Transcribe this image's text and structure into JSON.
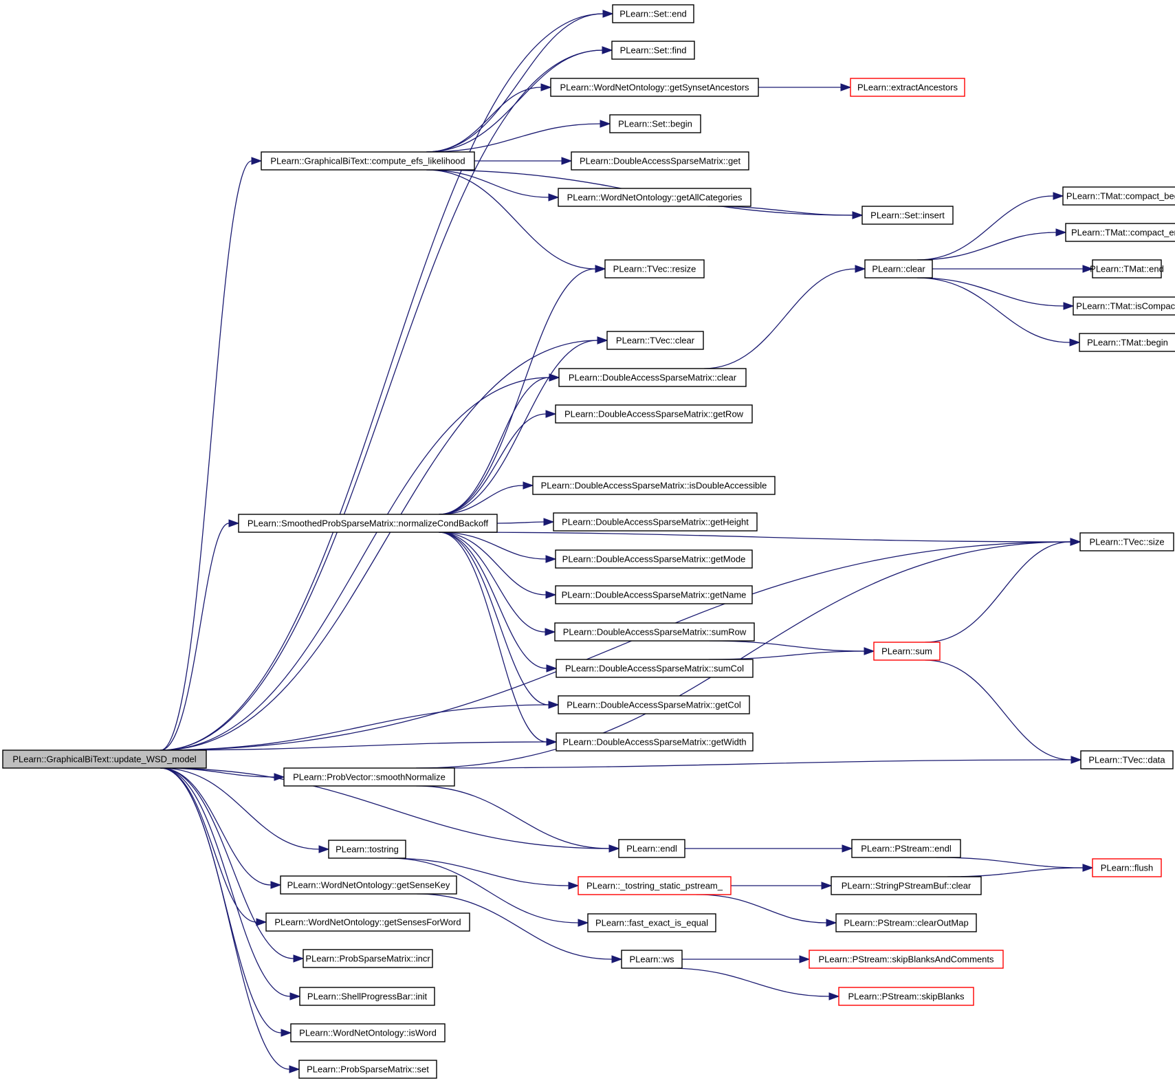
{
  "diagram": {
    "root": "update_WSD_model",
    "nodes": [
      {
        "id": "update_WSD_model",
        "label": "PLearn::GraphicalBiText::update_WSD_model",
        "highlight": true
      },
      {
        "id": "set_end",
        "label": "PLearn::Set::end"
      },
      {
        "id": "set_find",
        "label": "PLearn::Set::find"
      },
      {
        "id": "getSynsetAncestors",
        "label": "PLearn::WordNetOntology::getSynsetAncestors"
      },
      {
        "id": "extractAncestors",
        "label": "PLearn::extractAncestors",
        "truncated": true
      },
      {
        "id": "set_begin",
        "label": "PLearn::Set::begin"
      },
      {
        "id": "compute_efs",
        "label": "PLearn::GraphicalBiText::compute_efs_likelihood"
      },
      {
        "id": "dasm_get",
        "label": "PLearn::DoubleAccessSparseMatrix::get"
      },
      {
        "id": "getAllCategories",
        "label": "PLearn::WordNetOntology::getAllCategories"
      },
      {
        "id": "set_insert",
        "label": "PLearn::Set::insert"
      },
      {
        "id": "tvec_resize",
        "label": "PLearn::TVec::resize"
      },
      {
        "id": "clear",
        "label": "PLearn::clear"
      },
      {
        "id": "tmat_compact_begin",
        "label": "PLearn::TMat::compact_begin"
      },
      {
        "id": "tmat_compact_end",
        "label": "PLearn::TMat::compact_end"
      },
      {
        "id": "tmat_end",
        "label": "PLearn::TMat::end"
      },
      {
        "id": "tmat_isCompact",
        "label": "PLearn::TMat::isCompact"
      },
      {
        "id": "tmat_begin",
        "label": "PLearn::TMat::begin"
      },
      {
        "id": "tvec_clear",
        "label": "PLearn::TVec::clear"
      },
      {
        "id": "dasm_clear",
        "label": "PLearn::DoubleAccessSparseMatrix::clear"
      },
      {
        "id": "dasm_getRow",
        "label": "PLearn::DoubleAccessSparseMatrix::getRow"
      },
      {
        "id": "dasm_isDoubleAccessible",
        "label": "PLearn::DoubleAccessSparseMatrix::isDoubleAccessible"
      },
      {
        "id": "normalizeCondBackoff",
        "label": "PLearn::SmoothedProbSparseMatrix::normalizeCondBackoff"
      },
      {
        "id": "dasm_getHeight",
        "label": "PLearn::DoubleAccessSparseMatrix::getHeight"
      },
      {
        "id": "tvec_size",
        "label": "PLearn::TVec::size"
      },
      {
        "id": "dasm_getMode",
        "label": "PLearn::DoubleAccessSparseMatrix::getMode"
      },
      {
        "id": "dasm_getName",
        "label": "PLearn::DoubleAccessSparseMatrix::getName"
      },
      {
        "id": "dasm_sumRow",
        "label": "PLearn::DoubleAccessSparseMatrix::sumRow"
      },
      {
        "id": "sum",
        "label": "PLearn::sum",
        "truncated": true
      },
      {
        "id": "dasm_sumCol",
        "label": "PLearn::DoubleAccessSparseMatrix::sumCol"
      },
      {
        "id": "dasm_getCol",
        "label": "PLearn::DoubleAccessSparseMatrix::getCol"
      },
      {
        "id": "dasm_getWidth",
        "label": "PLearn::DoubleAccessSparseMatrix::getWidth"
      },
      {
        "id": "tvec_data",
        "label": "PLearn::TVec::data"
      },
      {
        "id": "smoothNormalize",
        "label": "PLearn::ProbVector::smoothNormalize"
      },
      {
        "id": "endl",
        "label": "PLearn::endl"
      },
      {
        "id": "pstream_endl",
        "label": "PLearn::PStream::endl"
      },
      {
        "id": "tostring",
        "label": "PLearn::tostring"
      },
      {
        "id": "flush",
        "label": "PLearn::flush",
        "truncated": true
      },
      {
        "id": "tostring_static",
        "label": "PLearn::_tostring_static_pstream_",
        "truncated": true
      },
      {
        "id": "getSenseKey",
        "label": "PLearn::WordNetOntology::getSenseKey"
      },
      {
        "id": "spsbuf_clear",
        "label": "PLearn::StringPStreamBuf::clear"
      },
      {
        "id": "getSensesForWord",
        "label": "PLearn::WordNetOntology::getSensesForWord"
      },
      {
        "id": "fast_exact_is_equal",
        "label": "PLearn::fast_exact_is_equal"
      },
      {
        "id": "clearOutMap",
        "label": "PLearn::PStream::clearOutMap"
      },
      {
        "id": "psm_incr",
        "label": "PLearn::ProbSparseMatrix::incr"
      },
      {
        "id": "ws",
        "label": "PLearn::ws"
      },
      {
        "id": "skipBlanksAndComments",
        "label": "PLearn::PStream::skipBlanksAndComments",
        "truncated": true
      },
      {
        "id": "spb_init",
        "label": "PLearn::ShellProgressBar::init"
      },
      {
        "id": "skipBlanks",
        "label": "PLearn::PStream::skipBlanks",
        "truncated": true
      },
      {
        "id": "isWord",
        "label": "PLearn::WordNetOntology::isWord"
      },
      {
        "id": "psm_set",
        "label": "PLearn::ProbSparseMatrix::set"
      }
    ],
    "edges": [
      [
        "update_WSD_model",
        "set_end"
      ],
      [
        "update_WSD_model",
        "set_find"
      ],
      [
        "update_WSD_model",
        "compute_efs"
      ],
      [
        "update_WSD_model",
        "tvec_size"
      ],
      [
        "update_WSD_model",
        "tvec_clear"
      ],
      [
        "update_WSD_model",
        "dasm_clear"
      ],
      [
        "update_WSD_model",
        "normalizeCondBackoff"
      ],
      [
        "update_WSD_model",
        "dasm_getCol"
      ],
      [
        "update_WSD_model",
        "dasm_getWidth"
      ],
      [
        "update_WSD_model",
        "smoothNormalize"
      ],
      [
        "update_WSD_model",
        "endl"
      ],
      [
        "update_WSD_model",
        "tostring"
      ],
      [
        "update_WSD_model",
        "getSenseKey"
      ],
      [
        "update_WSD_model",
        "getSensesForWord"
      ],
      [
        "update_WSD_model",
        "psm_incr"
      ],
      [
        "update_WSD_model",
        "spb_init"
      ],
      [
        "update_WSD_model",
        "isWord"
      ],
      [
        "update_WSD_model",
        "psm_set"
      ],
      [
        "compute_efs",
        "set_end"
      ],
      [
        "compute_efs",
        "set_find"
      ],
      [
        "compute_efs",
        "getSynsetAncestors"
      ],
      [
        "compute_efs",
        "set_begin"
      ],
      [
        "compute_efs",
        "dasm_get"
      ],
      [
        "compute_efs",
        "getAllCategories"
      ],
      [
        "compute_efs",
        "set_insert"
      ],
      [
        "compute_efs",
        "tvec_resize"
      ],
      [
        "getSynsetAncestors",
        "extractAncestors"
      ],
      [
        "getAllCategories",
        "set_insert"
      ],
      [
        "dasm_clear",
        "clear"
      ],
      [
        "clear",
        "tmat_compact_begin"
      ],
      [
        "clear",
        "tmat_compact_end"
      ],
      [
        "clear",
        "tmat_end"
      ],
      [
        "clear",
        "tmat_isCompact"
      ],
      [
        "clear",
        "tmat_begin"
      ],
      [
        "normalizeCondBackoff",
        "tvec_resize"
      ],
      [
        "normalizeCondBackoff",
        "tvec_clear"
      ],
      [
        "normalizeCondBackoff",
        "dasm_clear"
      ],
      [
        "normalizeCondBackoff",
        "dasm_getRow"
      ],
      [
        "normalizeCondBackoff",
        "dasm_isDoubleAccessible"
      ],
      [
        "normalizeCondBackoff",
        "dasm_getHeight"
      ],
      [
        "normalizeCondBackoff",
        "tvec_size"
      ],
      [
        "normalizeCondBackoff",
        "dasm_getMode"
      ],
      [
        "normalizeCondBackoff",
        "dasm_getName"
      ],
      [
        "normalizeCondBackoff",
        "dasm_sumRow"
      ],
      [
        "normalizeCondBackoff",
        "dasm_sumCol"
      ],
      [
        "normalizeCondBackoff",
        "dasm_getCol"
      ],
      [
        "normalizeCondBackoff",
        "dasm_getWidth"
      ],
      [
        "dasm_sumRow",
        "sum"
      ],
      [
        "dasm_sumCol",
        "sum"
      ],
      [
        "sum",
        "tvec_size"
      ],
      [
        "sum",
        "tvec_data"
      ],
      [
        "smoothNormalize",
        "tvec_size"
      ],
      [
        "smoothNormalize",
        "tvec_data"
      ],
      [
        "smoothNormalize",
        "endl"
      ],
      [
        "endl",
        "pstream_endl"
      ],
      [
        "pstream_endl",
        "flush"
      ],
      [
        "tostring",
        "tostring_static"
      ],
      [
        "tostring",
        "fast_exact_is_equal"
      ],
      [
        "tostring_static",
        "spsbuf_clear"
      ],
      [
        "tostring_static",
        "clearOutMap"
      ],
      [
        "spsbuf_clear",
        "flush"
      ],
      [
        "getSenseKey",
        "ws"
      ],
      [
        "ws",
        "skipBlanksAndComments"
      ],
      [
        "ws",
        "skipBlanks"
      ]
    ],
    "colors": {
      "edge": "#191970",
      "node_border": "#000000",
      "truncated_border": "#ff0000",
      "root_fill": "#bfbfbf"
    }
  }
}
